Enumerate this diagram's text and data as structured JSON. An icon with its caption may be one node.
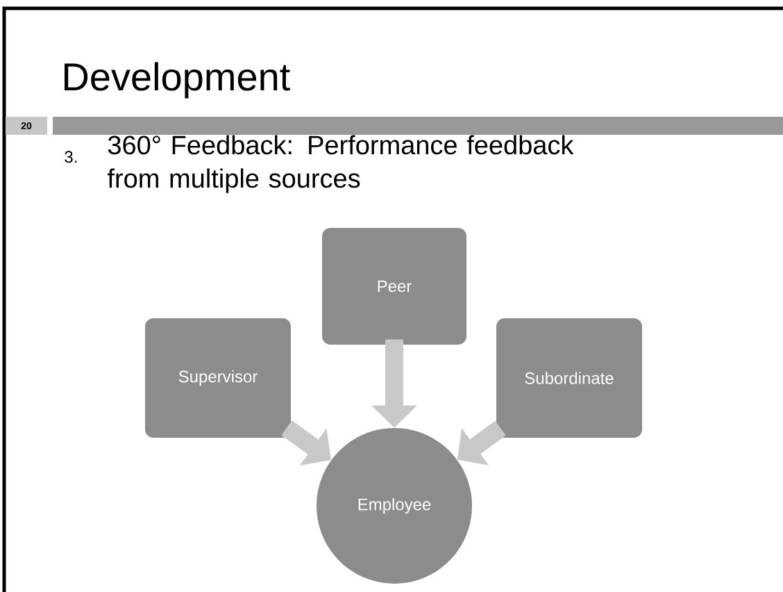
{
  "diagram": {
    "title": "Development",
    "nodes": [
      {
        "text": [
          "Supervisor"
        ]
      },
      {
        "text": [
          "Peer"
        ]
      },
      {
        "text": [
          "Subordinate"
        ]
      },
      {
        "text": [
          "Employee"
        ]
      }
    ],
    "edges": [
      {
        "from": 0,
        "to": 3,
        "arrow": "to"
      },
      {
        "from": 1,
        "to": 3,
        "arrow": "to"
      },
      {
        "from": 2,
        "to": 3,
        "arrow": "to"
      }
    ],
    "labels": [
      "20",
      "3.",
      "360° Feedback: Performance feedback from multiple sources"
    ]
  }
}
